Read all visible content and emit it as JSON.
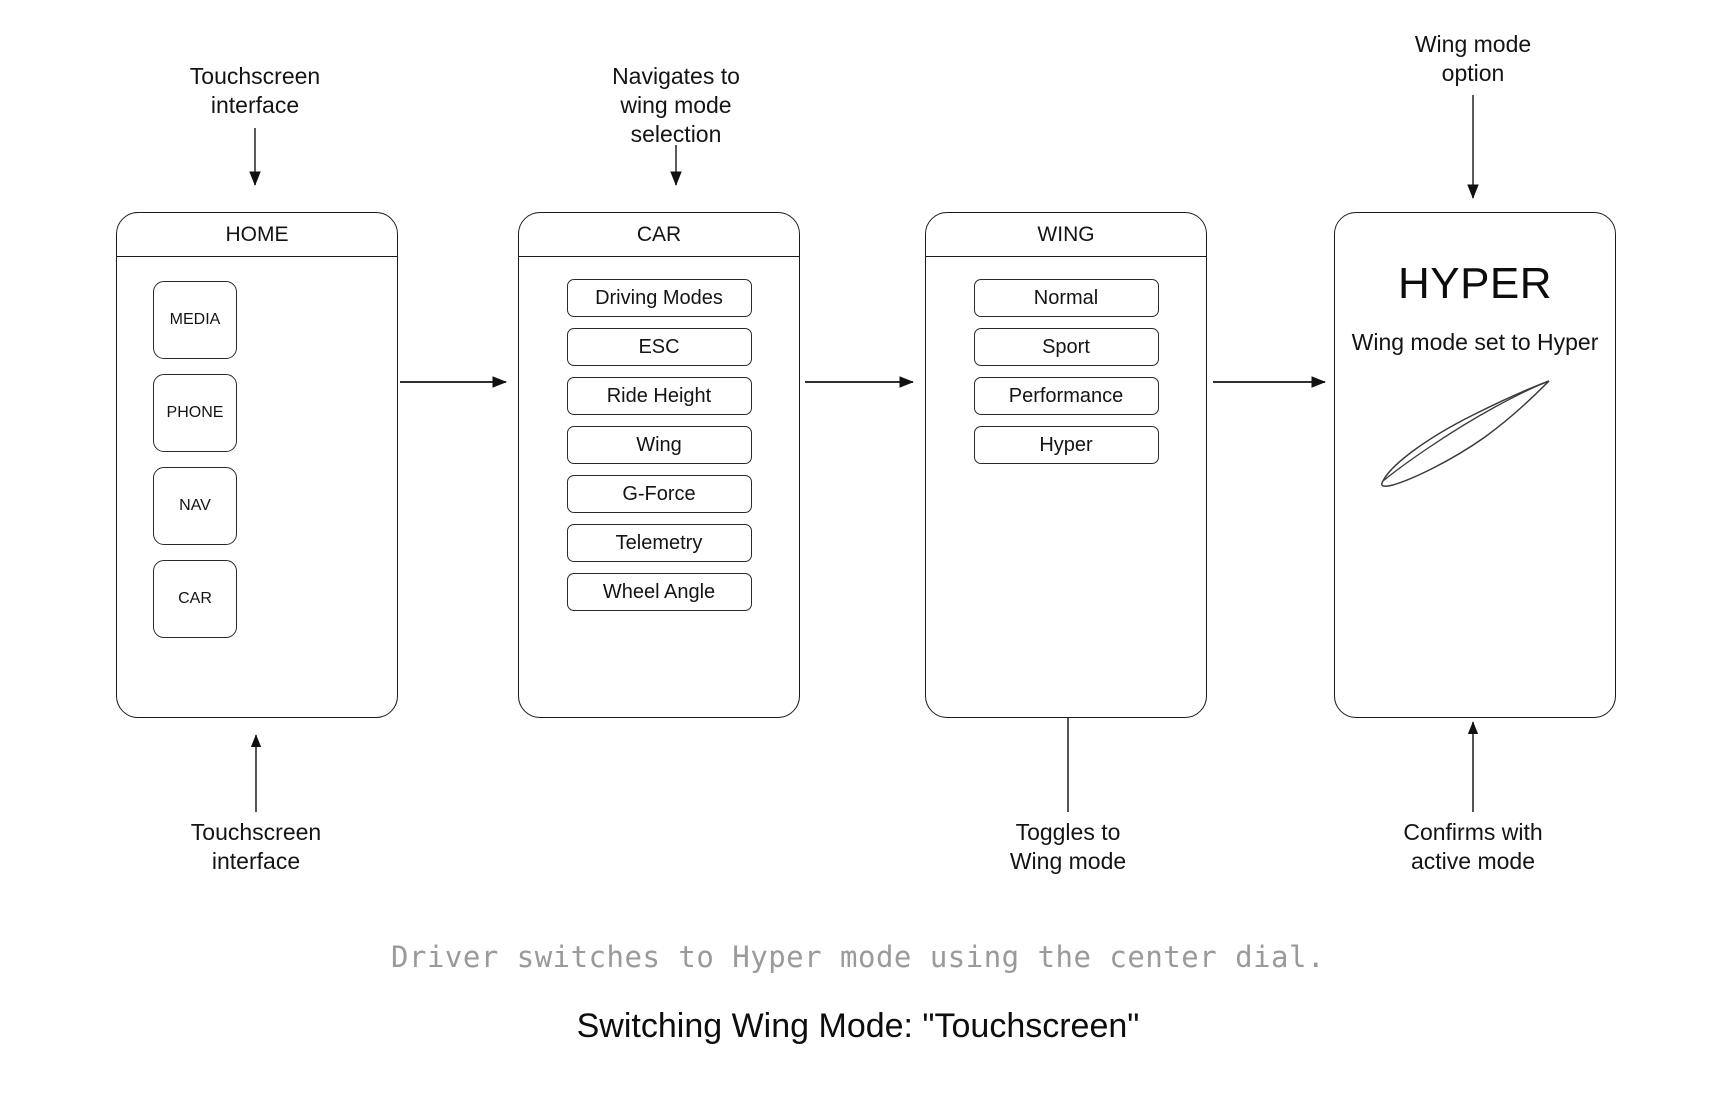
{
  "diagram": {
    "title": "Switching Wing Mode: \"Touchscreen\"",
    "caption": "Driver switches to Hyper mode using the center dial."
  },
  "annotations": {
    "top": [
      {
        "name": "touchscreen-interface-top",
        "text": "Touchscreen\ninterface"
      },
      {
        "name": "navigates-to-wing-mode",
        "text": "Navigates to\nwing mode\nselection"
      },
      {
        "name": "wing-mode-option",
        "text": "Wing mode\noption"
      }
    ],
    "bottom": [
      {
        "name": "touchscreen-interface-bottom",
        "text": "Touchscreen\ninterface"
      },
      {
        "name": "toggles-to-wing-mode",
        "text": "Toggles to\nWing mode"
      },
      {
        "name": "confirms-active-mode",
        "text": "Confirms with\nactive mode"
      }
    ]
  },
  "screens": {
    "home": {
      "header": "HOME",
      "tiles": [
        {
          "label": "MEDIA"
        },
        {
          "label": "PHONE"
        },
        {
          "label": "NAV"
        },
        {
          "label": "CAR"
        }
      ]
    },
    "car": {
      "header": "CAR",
      "items": [
        {
          "label": "Driving Modes"
        },
        {
          "label": "ESC"
        },
        {
          "label": "Ride Height"
        },
        {
          "label": "Wing"
        },
        {
          "label": "G-Force"
        },
        {
          "label": "Telemetry"
        },
        {
          "label": "Wheel Angle"
        }
      ]
    },
    "wing": {
      "header": "WING",
      "items": [
        {
          "label": "Normal"
        },
        {
          "label": "Sport"
        },
        {
          "label": "Performance"
        },
        {
          "label": "Hyper"
        }
      ]
    },
    "result": {
      "title": "HYPER",
      "subtitle": "Wing mode set to\nHyper",
      "graphic": "airfoil-wing-icon"
    }
  },
  "colors": {
    "stroke": "#1b1b1b",
    "text": "#141414",
    "caption": "#9a9a9a",
    "background": "#ffffff"
  }
}
